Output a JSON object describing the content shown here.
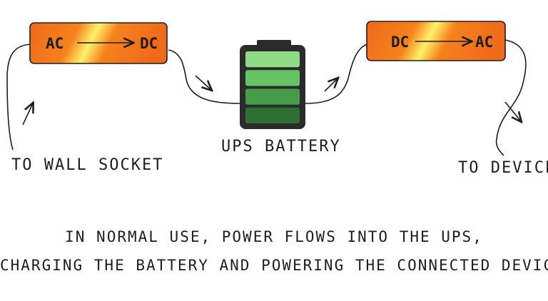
{
  "converter_left": {
    "from": "AC",
    "to": "DC"
  },
  "converter_right": {
    "from": "DC",
    "to": "AC"
  },
  "battery": {
    "label": "UPS BATTERY",
    "cell_count": 4,
    "colors": [
      "#8fdb86",
      "#64c466",
      "#469c4a",
      "#2f6f34"
    ]
  },
  "labels": {
    "wall": "TO WALL SOCKET",
    "device": "TO DEVICE"
  },
  "caption": {
    "line1": "IN NORMAL USE, POWER FLOWS INTO THE UPS,",
    "line2": "CHARGING THE BATTERY AND POWERING THE CONNECTED DEVICE"
  },
  "colors": {
    "converter_orange": "#ef6a1a",
    "converter_glow": "#fff06a",
    "ink": "#1e1e1e"
  }
}
